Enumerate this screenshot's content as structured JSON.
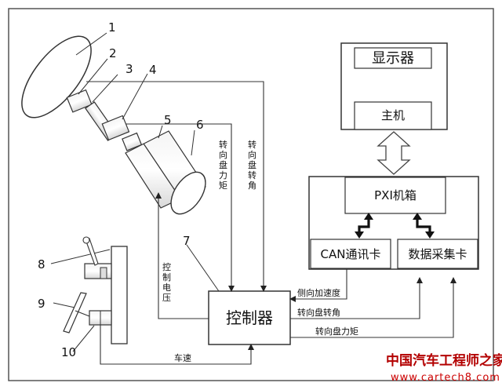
{
  "parts": {
    "n1": "1",
    "n2": "2",
    "n3": "3",
    "n4": "4",
    "n5": "5",
    "n6": "6",
    "n7": "7",
    "n8": "8",
    "n9": "9",
    "n10": "10"
  },
  "boxes": {
    "display": "显示器",
    "host": "主机",
    "pxi": "PXI机箱",
    "can": "CAN通讯卡",
    "daq": "数据采集卡",
    "controller": "控制器"
  },
  "signals": {
    "torque_vertical": [
      "转",
      "向",
      "盘",
      "力",
      "矩"
    ],
    "angle_vertical": [
      "转",
      "向",
      "盘",
      "转",
      "角"
    ],
    "control_voltage": [
      "控",
      "制",
      "电",
      "压"
    ],
    "lateral_accel": "侧向加速度",
    "wheel_angle": "转向盘转角",
    "wheel_torque": "转向盘力矩",
    "speed": "车速"
  },
  "watermark": {
    "cn": "中国汽车工程师之家",
    "url": "www.cartech8.com"
  }
}
